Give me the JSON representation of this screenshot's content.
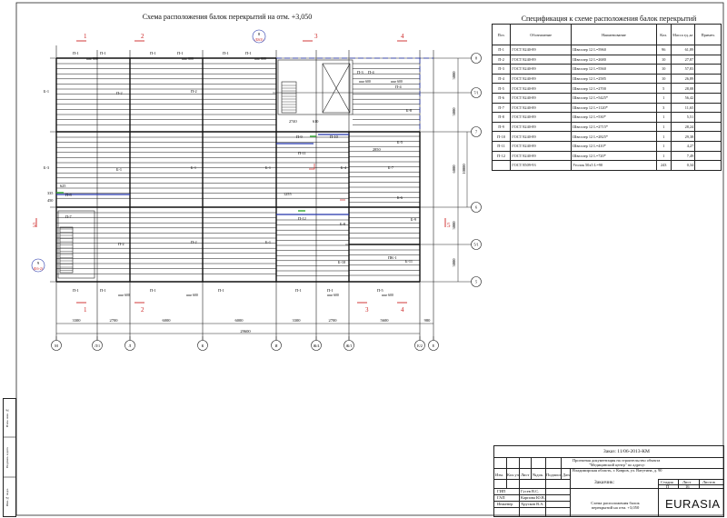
{
  "drawing": {
    "title": "Схема расположения балок перекрытий на отм. +3,050",
    "bottom_axes": [
      "М",
      "Л/1",
      "Л",
      "К",
      "И",
      "Ж/4",
      "Ж/1",
      "Е/2",
      "Е"
    ],
    "right_axes": [
      "8",
      "7/1",
      "7",
      "6",
      "5/1",
      "5"
    ],
    "bottom_dims": [
      "3300",
      "2700",
      "6000",
      "6000",
      "3300",
      "2700",
      "5600",
      "980"
    ],
    "total_dim": "29600",
    "right_dims": [
      "3000",
      "3000",
      "6000",
      "3000",
      "3000",
      "10000"
    ],
    "section_marks": [
      "1",
      "2",
      "3",
      "4",
      "5"
    ],
    "node_marks": [
      {
        "num": "8",
        "sheet": "(Б63)"
      },
      {
        "num": "9",
        "sheet": "(Б6-2)"
      }
    ],
    "labels": {
      "p1": "П-1",
      "p1_step": "шаг 600",
      "p2": "П-2",
      "p3": "П-3",
      "p4": "П-4",
      "p5": "П-5",
      "p7": "П-7",
      "p8": "П-8",
      "p9": "П-9",
      "p10": "П-10",
      "p11": "П-11",
      "p12": "П-12",
      "b1": "Б-1",
      "b2": "Б-2",
      "b3": "Б-3",
      "b4": "Б-4",
      "b5": "Б-5",
      "b6": "Б-6",
      "b7": "Б-7",
      "b8": "Б-8",
      "b9": "Б-9",
      "b10": "Б-10",
      "b11": "Б-11",
      "pk1": "ПК-1",
      "d2740": "2740",
      "d610": "610",
      "d2850": "2850",
      "d1255": "1255",
      "d625": "625",
      "d335": "335",
      "d450": "450"
    }
  },
  "spec": {
    "title": "Спецификация к схеме расположения балок перекрытий",
    "headers": [
      "Поз.",
      "Обозначение",
      "Наименование",
      "Кол.",
      "Масса ед.,кг",
      "Примеч."
    ],
    "rows": [
      [
        "П-1",
        "ГОСТ 8240-89",
        "Швеллер 12    L=5960",
        "96",
        "61,89",
        ""
      ],
      [
        "П-2",
        "ГОСТ 8240-89",
        "Швеллер 12    L=2680",
        "10",
        "27,87",
        ""
      ],
      [
        "П-3",
        "ГОСТ 8240-89",
        "Швеллер 12    L=5560",
        "10",
        "57,83",
        ""
      ],
      [
        "П-4",
        "ГОСТ 8240-89",
        "Швеллер 12    L=2585",
        "10",
        "26,89",
        ""
      ],
      [
        "П-5",
        "ГОСТ 8240-89",
        "Швеллер 12    L=2700",
        "5",
        "28,08",
        ""
      ],
      [
        "П-6",
        "ГОСТ 8240-89",
        "Швеллер 12    L=5425*",
        "1",
        "56,42",
        ""
      ],
      [
        "П-7",
        "ГОСТ 8240-89",
        "Швеллер 12    L=1120*",
        "3",
        "11,65",
        ""
      ],
      [
        "П-8",
        "ГОСТ 8240-89",
        "Швеллер 12    L=530*",
        "1",
        "5,51",
        ""
      ],
      [
        "П-9",
        "ГОСТ 8240-89",
        "Швеллер 12    L=2715*",
        "1",
        "28,24",
        ""
      ],
      [
        "П-10",
        "ГОСТ 8240-89",
        "Швеллер 12    L=2825*",
        "1",
        "29,38",
        ""
      ],
      [
        "П-11",
        "ГОСТ 8240-89",
        "Швеллер 12    L=410*",
        "1",
        "4,27",
        ""
      ],
      [
        "П-12",
        "ГОСТ 8240-89",
        "Швеллер 12    L=720*",
        "1",
        "7,49",
        ""
      ],
      [
        "",
        "ГОСТ 8509-93",
        "Уголок 50х5    L=90",
        "243",
        "0,34",
        ""
      ]
    ]
  },
  "stamp": {
    "code": "Заказ: 11/06-2013-КМ",
    "project_line1": "Проектная документация на строительство объекта",
    "project_line2": "\"Медицинский центр\" по адресу:",
    "project_line3": "Владимирская область, г. Ковров, ул. Ватутина, д. 90",
    "col_headers": [
      "Изм.",
      "Кол.уч",
      "Лист",
      "№док.",
      "Подпись",
      "Дата"
    ],
    "roles": [
      {
        "role": "ГИП",
        "name": "Гусев В.С."
      },
      {
        "role": "ГАП",
        "name": "Карпова Ю.В."
      },
      {
        "role": "Инженер",
        "name": "Хрусков В.А."
      }
    ],
    "customer": "Заказчик:",
    "stage_headers": [
      "Стадия",
      "Лист",
      "Листов"
    ],
    "stage": "П",
    "sheet": "16",
    "sheets": "",
    "sheet_title": "Схема расположения балок перекрытий на отм. +3,050",
    "logo": "EURASIA"
  },
  "left_strip": [
    "Взам. инв. №",
    "Подпись и дата",
    "Инв.№ подл."
  ]
}
